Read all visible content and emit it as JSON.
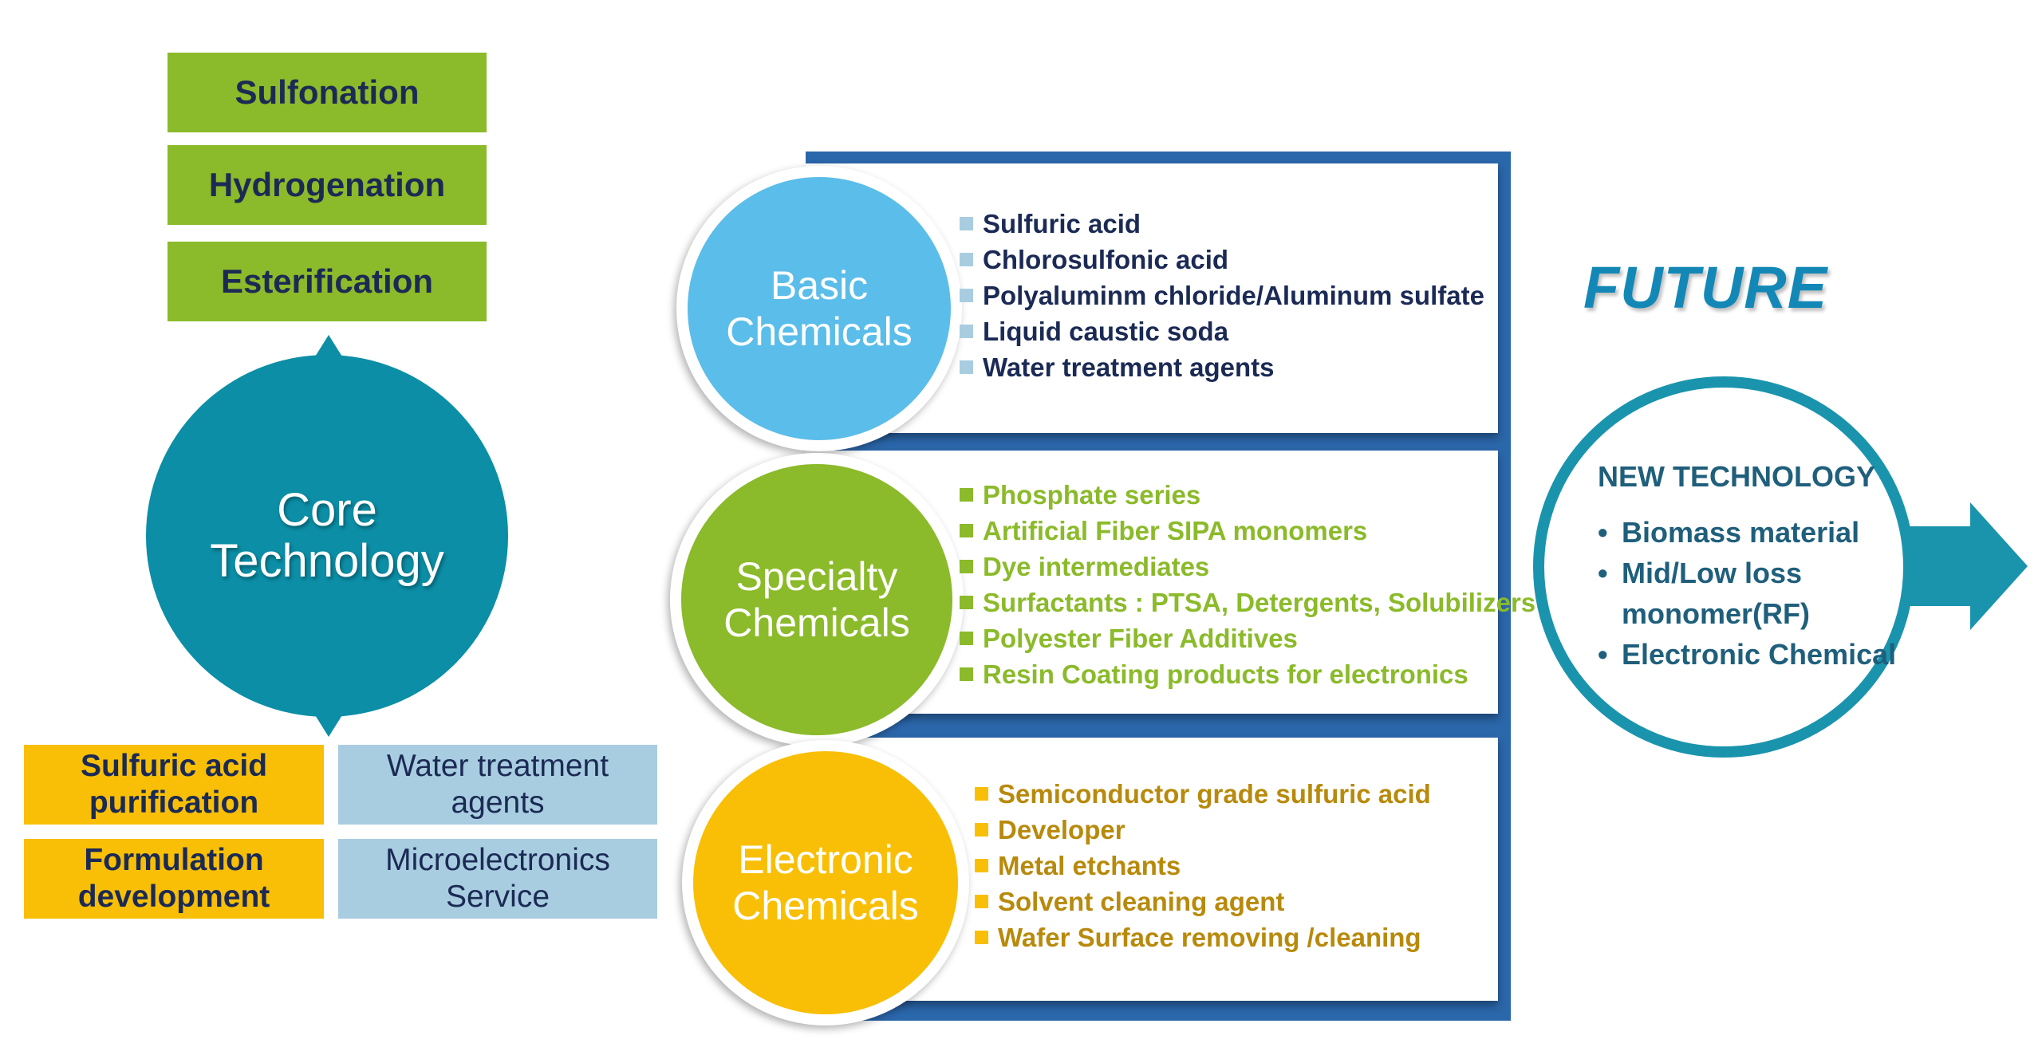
{
  "processes": [
    "Sulfonation",
    "Hydrogenation",
    "Esterification"
  ],
  "core": {
    "line1": "Core",
    "line2": "Technology"
  },
  "capabilities": {
    "sulfuric_acid_purification": [
      "Sulfuric acid",
      "purification"
    ],
    "water_treatment_agents": [
      "Water treatment",
      "agents"
    ],
    "formulation_development": [
      "Formulation",
      "development"
    ],
    "microelectronics_service": [
      "Microelectronics",
      "Service"
    ]
  },
  "categories": [
    {
      "label_line1": "Basic",
      "label_line2": "Chemicals",
      "color": "#5bbde9",
      "bullet_color": "#a8cde0",
      "text_color": "#1b2a55",
      "items": [
        "Sulfuric acid",
        "Chlorosulfonic acid",
        "Polyaluminm chloride/Aluminum sulfate",
        "Liquid caustic soda",
        "Water treatment agents"
      ]
    },
    {
      "label_line1": "Specialty",
      "label_line2": "Chemicals",
      "color": "#8bba2a",
      "bullet_color": "#8bba2a",
      "text_color": "#8bba2a",
      "items": [
        "Phosphate series",
        "Artificial Fiber SIPA monomers",
        "Dye intermediates",
        "Surfactants : PTSA, Detergents, Solubilizers",
        "Polyester Fiber Additives",
        "Resin Coating products for electronics"
      ]
    },
    {
      "label_line1": "Electronic",
      "label_line2": "Chemicals",
      "color": "#f8bf06",
      "bullet_color": "#f8bf06",
      "text_color": "#b88a0c",
      "items": [
        "Semiconductor grade sulfuric acid",
        "Developer",
        "Metal etchants",
        "Solvent cleaning agent",
        "Wafer Surface removing /cleaning"
      ]
    }
  ],
  "future": {
    "title": "FUTURE",
    "heading": "NEW TECHNOLOGY",
    "bullet": "•",
    "items": [
      "Biomass material",
      "Mid/Low loss monomer(RF)",
      "Electronic Chemical"
    ]
  },
  "colors": {
    "core": "#0b8ea6",
    "process_green": "#8bba2a",
    "frame_blue": "#2b67ab",
    "future_teal": "#1a94ad"
  }
}
